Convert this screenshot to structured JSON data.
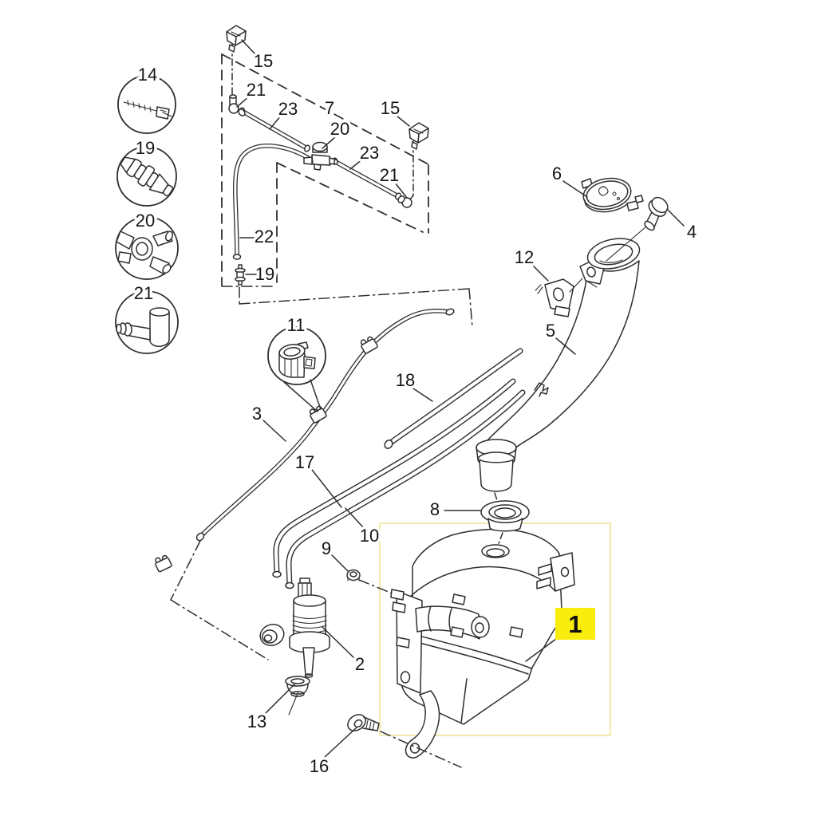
{
  "diagram": {
    "kind": "exploded-parts-diagram",
    "background_color": "#ffffff",
    "line_color": "#2e2e2e",
    "label_text_color": "#161616",
    "highlight": {
      "part_label": "1",
      "label_fill": "#f9ed0d",
      "label_text_color": "#111111",
      "box_stroke": "#efe7a3"
    },
    "callouts": [
      {
        "part": "14"
      },
      {
        "part": "19"
      },
      {
        "part": "20"
      },
      {
        "part": "21"
      },
      {
        "part": "15"
      },
      {
        "part": "21"
      },
      {
        "part": "23"
      },
      {
        "part": "7"
      },
      {
        "part": "20"
      },
      {
        "part": "15"
      },
      {
        "part": "23"
      },
      {
        "part": "21"
      },
      {
        "part": "22"
      },
      {
        "part": "19"
      },
      {
        "part": "11"
      },
      {
        "part": "6"
      },
      {
        "part": "4"
      },
      {
        "part": "12"
      },
      {
        "part": "5"
      },
      {
        "part": "3"
      },
      {
        "part": "18"
      },
      {
        "part": "17"
      },
      {
        "part": "10"
      },
      {
        "part": "9"
      },
      {
        "part": "8"
      },
      {
        "part": "2"
      },
      {
        "part": "13"
      },
      {
        "part": "16"
      }
    ]
  }
}
